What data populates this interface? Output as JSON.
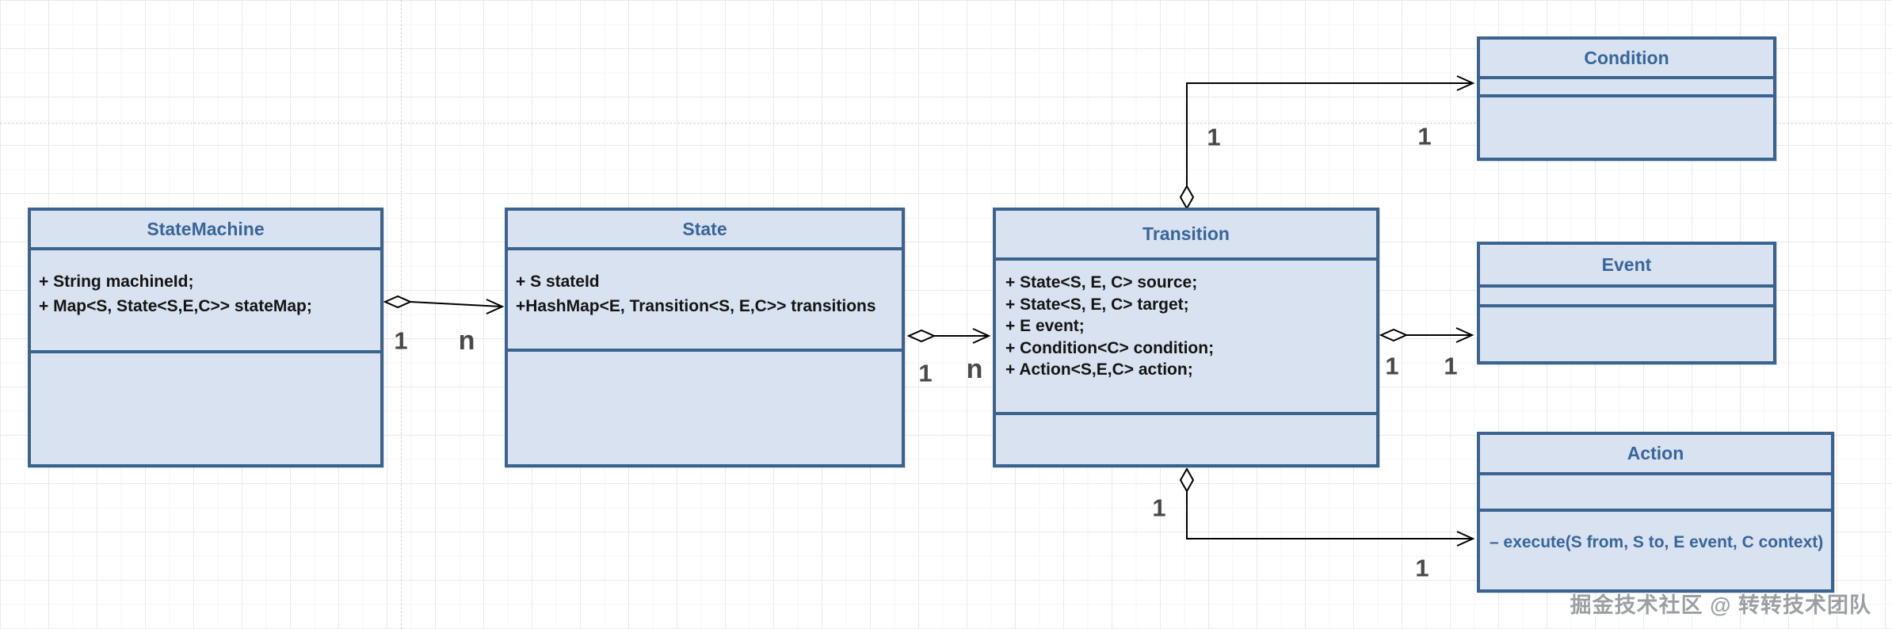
{
  "diagram": {
    "type": "uml-class-diagram",
    "colors": {
      "box_fill": "#d9e2f0",
      "box_border": "#3a648f",
      "title_text": "#38659b",
      "attribute_text": "#141414",
      "method_text": "#38659b",
      "multiplicity_text": "#494949",
      "connector": "#000000",
      "grid_major": "#e9e9e9",
      "grid_minor": "#f5f5f5"
    },
    "classes": [
      {
        "name": "StateMachine",
        "attributes": [
          "+ String machineId;",
          "+ Map<S, State<S,E,C>> stateMap;"
        ],
        "methods": []
      },
      {
        "name": "State",
        "attributes": [
          "+ S stateId",
          "+HashMap<E, Transition<S, E,C>> transitions"
        ],
        "methods": []
      },
      {
        "name": "Transition",
        "attributes": [
          "+ State<S, E, C> source;",
          "+ State<S, E, C> target;",
          "+ E event;",
          "+ Condition<C> condition;",
          "+ Action<S,E,C> action;"
        ],
        "methods": []
      },
      {
        "name": "Condition",
        "attributes": [],
        "methods": []
      },
      {
        "name": "Event",
        "attributes": [],
        "methods": []
      },
      {
        "name": "Action",
        "attributes": [],
        "methods": [
          "– execute(S from, S to, E event, C context)"
        ]
      }
    ],
    "connections": [
      {
        "from": "StateMachine",
        "to": "State",
        "type": "aggregation-arrow",
        "source_label": "1",
        "target_label": "n"
      },
      {
        "from": "State",
        "to": "Transition",
        "type": "aggregation-arrow",
        "source_label": "1",
        "target_label": "n"
      },
      {
        "from": "Transition",
        "to": "Condition",
        "type": "aggregation-arrow",
        "source_label": "1",
        "target_label": "1"
      },
      {
        "from": "Transition",
        "to": "Event",
        "type": "aggregation-arrow",
        "source_label": "1",
        "target_label": "1"
      },
      {
        "from": "Transition",
        "to": "Action",
        "type": "aggregation-arrow",
        "source_label": "1",
        "target_label": "1"
      }
    ],
    "watermark": "掘金技术社区 @ 转转技术团队"
  }
}
